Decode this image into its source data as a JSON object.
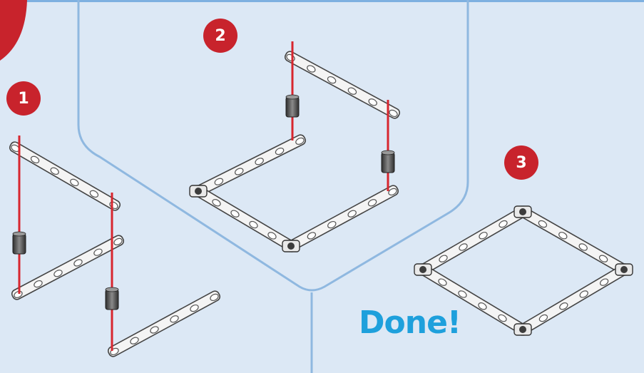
{
  "steps": [
    {
      "number": "1"
    },
    {
      "number": "2"
    },
    {
      "number": "3"
    }
  ],
  "done_label": "Done!",
  "colors": {
    "background": "#dce8f5",
    "divider": "#8fb8e0",
    "accent_red": "#c8232c",
    "done_blue": "#1ea0dc",
    "rod_red": "#d7262e",
    "beam_fill": "#f4f4f4",
    "connector_dark": "#3c3c3c"
  },
  "icons": [
    "building-beam",
    "connector-piece",
    "assembly-rod"
  ]
}
